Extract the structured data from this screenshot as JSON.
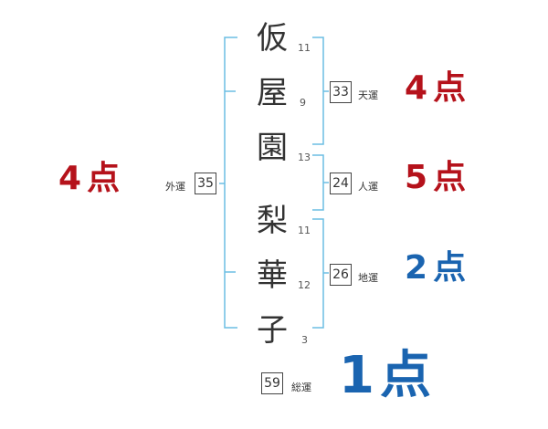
{
  "name": {
    "surname": [
      {
        "char": "仮",
        "strokes": "11"
      },
      {
        "char": "屋",
        "strokes": "9"
      },
      {
        "char": "園",
        "strokes": "13"
      }
    ],
    "given": [
      {
        "char": "梨",
        "strokes": "11"
      },
      {
        "char": "華",
        "strokes": "12"
      },
      {
        "char": "子",
        "strokes": "3"
      }
    ]
  },
  "fortunes": {
    "gaiun": {
      "value": "35",
      "label": "外運",
      "score_num": "4",
      "score_unit": "点",
      "color": "#b5121b"
    },
    "tenun": {
      "value": "33",
      "label": "天運",
      "score_num": "4",
      "score_unit": "点",
      "color": "#b5121b"
    },
    "jinun": {
      "value": "24",
      "label": "人運",
      "score_num": "5",
      "score_unit": "点",
      "color": "#b5121b"
    },
    "chiun": {
      "value": "26",
      "label": "地運",
      "score_num": "2",
      "score_unit": "点",
      "color": "#1a64b0"
    },
    "souun": {
      "value": "59",
      "label": "総運",
      "score_num": "1",
      "score_unit": "点",
      "color": "#1a64b0"
    }
  },
  "colors": {
    "bracket": "#6bbde3",
    "text": "#333333"
  }
}
